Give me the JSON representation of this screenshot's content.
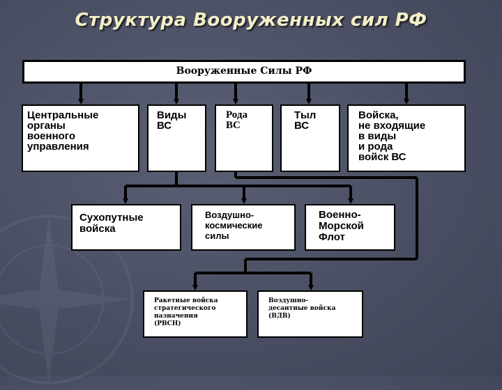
{
  "slide": {
    "title": "Структура Вооруженных сил РФ"
  },
  "diagram": {
    "root": "Вооруженные Силы РФ",
    "level1": {
      "central": "Центральные\nорганы\nвоенного\nуправления",
      "types": "Виды\nВС",
      "arms": "Рода\nВС",
      "rear": "Тыл\nВС",
      "other": "Войска,\nне входящие\nв виды\nи рода\nвойск ВС"
    },
    "level2": {
      "ground": "Сухопутные\nвойска",
      "space": "Воздушно-\nкосмические\nсилы",
      "navy": "Военно-\nМорской\nФлот"
    },
    "level3": {
      "rvsn": "Ракетные войска\nстратегического\nназначения\n(РВСН)",
      "vdv": "Воздушно-\nдесантные войска\n(ВДВ)"
    }
  },
  "colors": {
    "background": "#4a4f63",
    "title": "#f3efc7",
    "box_fill": "#ffffff",
    "box_border": "#000000",
    "connector": "#000000"
  }
}
